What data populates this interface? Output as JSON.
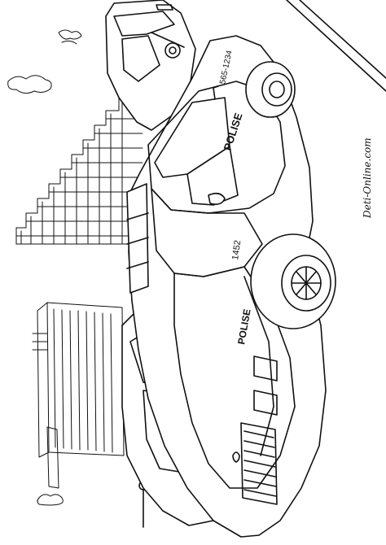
{
  "artwork": {
    "kind": "coloring page",
    "line_color": "#111111",
    "background_color": "#ffffff"
  },
  "car_texts": {
    "roof_number": "565-1234",
    "door_word": "POLISE",
    "fender_number": "1452",
    "hood_word": "POLISE"
  },
  "watermark": {
    "text": "Deti-Online.com"
  }
}
